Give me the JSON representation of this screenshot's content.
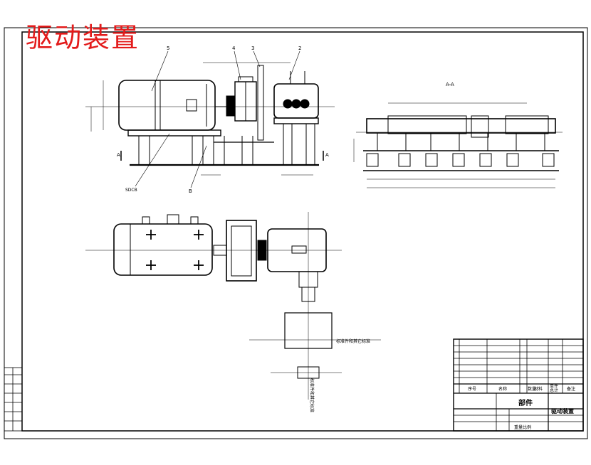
{
  "title": "驱动装置",
  "callouts": [
    "5",
    "4",
    "3",
    "2",
    "SDCB",
    "B"
  ],
  "section_label": "A-A",
  "section_marks": [
    "A",
    "A"
  ],
  "plan_annotations": [
    "标准件和其它标准",
    "标准件和其它标准"
  ],
  "title_block": {
    "part_header": "部件",
    "drawing_name": "驱动装置",
    "col_labels": [
      "序号",
      "名称",
      "数量",
      "材料",
      "单件",
      "总计",
      "备注"
    ],
    "bottom_label": "重量比例"
  },
  "colors": {
    "title": "#e31b1b",
    "line": "#000000",
    "paper": "#ffffff"
  }
}
